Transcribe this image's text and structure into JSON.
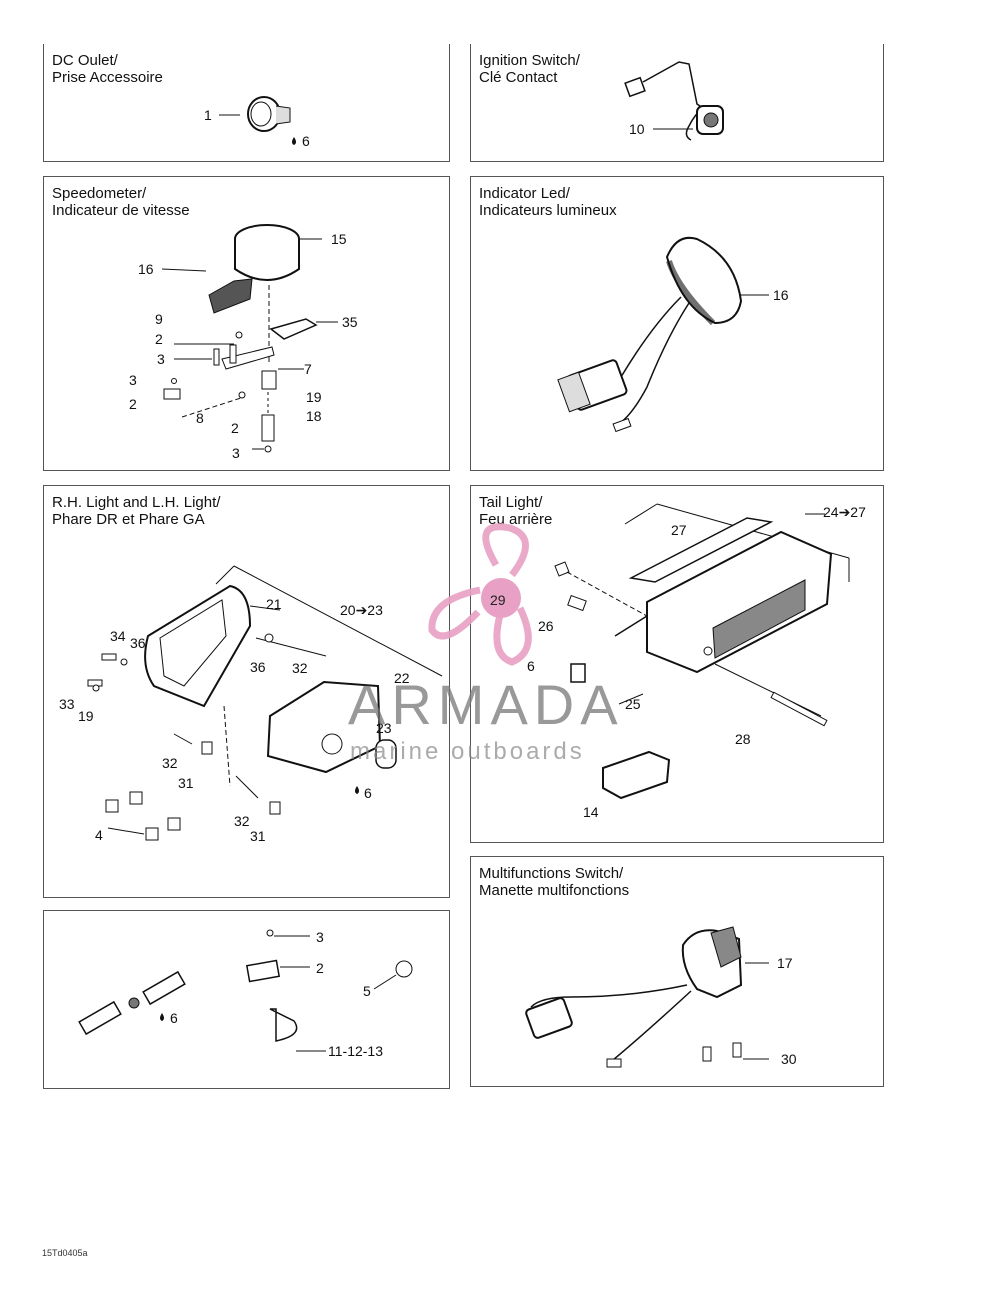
{
  "panels": {
    "dc_outlet": {
      "title_en": "DC Oulet/",
      "title_fr": "Prise Accessoire",
      "labels": {
        "p1": "1",
        "p6": "6"
      }
    },
    "ignition": {
      "title_en": "Ignition Switch/",
      "title_fr": "Clé Contact",
      "labels": {
        "p10": "10"
      }
    },
    "speedometer": {
      "title_en": "Speedometer/",
      "title_fr": "Indicateur de vitesse",
      "labels": {
        "p15": "15",
        "p16": "16",
        "p9": "9",
        "p2a": "2",
        "p3a": "3",
        "p3b": "3",
        "p2b": "2",
        "p8": "8",
        "p2c": "2",
        "p3c": "3",
        "p35": "35",
        "p7": "7",
        "p19": "19",
        "p18": "18"
      }
    },
    "indicator_led": {
      "title_en": "Indicator Led/",
      "title_fr": "Indicateurs lumineux",
      "labels": {
        "p16": "16"
      }
    },
    "headlight": {
      "title_en": "R.H. Light and L.H. Light/",
      "title_fr": "Phare DR et Phare GA",
      "labels": {
        "p21": "21",
        "p20_23": "20➔23",
        "p34": "34",
        "p36a": "36",
        "p36b": "36",
        "p32a": "32",
        "p33": "33",
        "p19": "19",
        "p22": "22",
        "p23": "23",
        "p32b": "32",
        "p31a": "31",
        "p6": "6",
        "p4": "4",
        "p32c": "32",
        "p31b": "31"
      }
    },
    "tail_light": {
      "title_en": "Tail Light/",
      "title_fr": "Feu arrière",
      "labels": {
        "p27": "27",
        "p24_27": "24➔27",
        "p26": "26",
        "p6": "6",
        "p25": "25",
        "p28": "28",
        "p14": "14"
      }
    },
    "misc": {
      "labels": {
        "p3": "3",
        "p2": "2",
        "p5": "5",
        "p6": "6",
        "p11_13": "11-12-13"
      }
    },
    "multifunction": {
      "title_en": "Multifunctions Switch/",
      "title_fr": "Manette multifonctions",
      "labels": {
        "p17": "17",
        "p30": "30"
      }
    }
  },
  "watermark": {
    "brand": "ARMADA",
    "tagline": "marine outboards",
    "badge_number": "29",
    "brand_color": "#e8a0c4"
  },
  "footer_code": "15Td0405a"
}
